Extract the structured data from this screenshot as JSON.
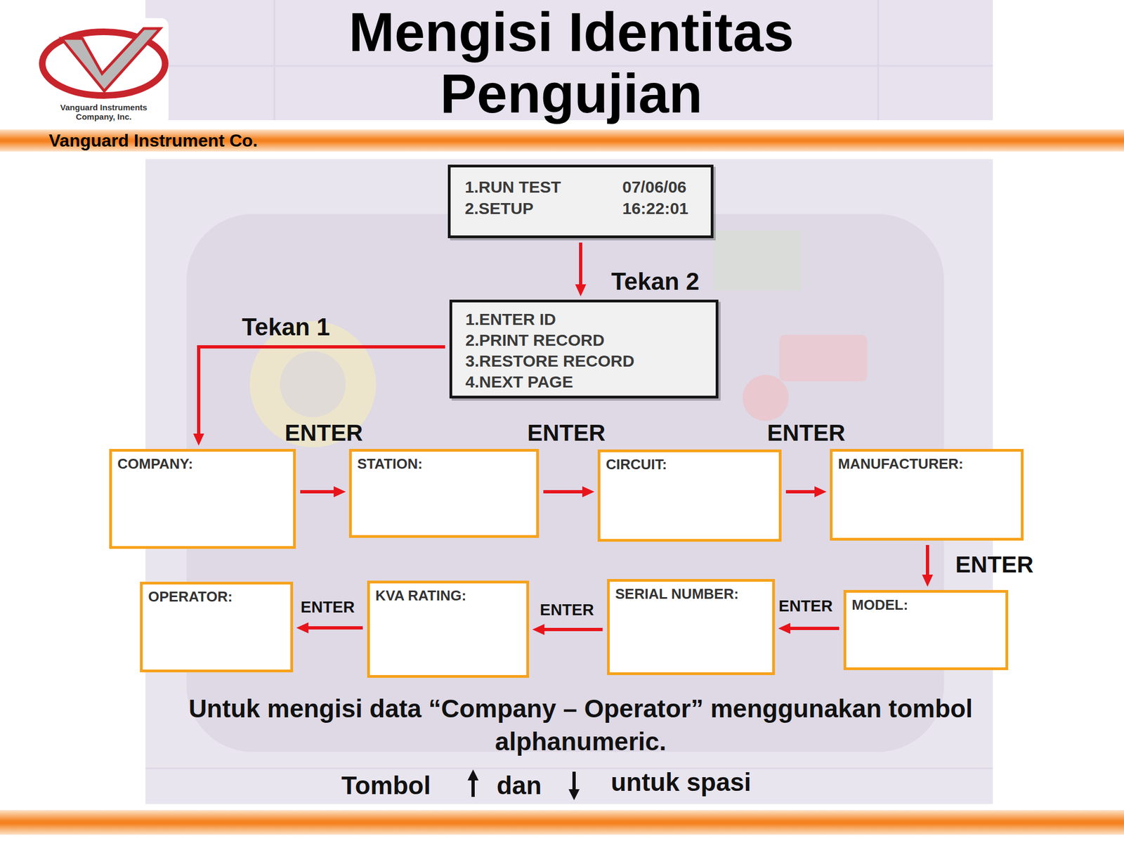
{
  "diagram": {
    "title": "Mengisi Identitas Pengujian",
    "caption": "Untuk mengisi data “Company – Operator” menggunakan tombol alphanumeric.",
    "nodes": [
      {
        "text": [
          "1.RUN TEST 2.SETUP",
          "07/06/06 16:22:01"
        ]
      },
      {
        "text": [
          "1.ENTER ID",
          "2.PRINT RECORD",
          "3.RESTORE RECORD",
          "4.NEXT PAGE"
        ]
      },
      {
        "text": [
          "COMPANY:"
        ]
      },
      {
        "text": [
          "STATION:"
        ]
      },
      {
        "text": [
          "CIRCUIT:"
        ]
      },
      {
        "text": [
          "MANUFACTURER:"
        ]
      },
      {
        "text": [
          "MODEL:"
        ]
      },
      {
        "text": [
          "SERIAL NUMBER:"
        ]
      },
      {
        "text": [
          "KVA RATING:"
        ]
      },
      {
        "text": [
          "OPERATOR:"
        ]
      }
    ],
    "edges": [
      {
        "from": 0,
        "to": 1,
        "arrow": "to",
        "label": "Tekan 2"
      },
      {
        "from": 1,
        "to": 2,
        "arrow": "to",
        "label": "Tekan 1"
      },
      {
        "from": 2,
        "to": 3,
        "arrow": "to",
        "label": "ENTER"
      },
      {
        "from": 3,
        "to": 4,
        "arrow": "to",
        "label": "ENTER"
      },
      {
        "from": 4,
        "to": 5,
        "arrow": "to",
        "label": "ENTER"
      },
      {
        "from": 5,
        "to": 6,
        "arrow": "to",
        "label": "ENTER"
      },
      {
        "from": 6,
        "to": 7,
        "arrow": "to",
        "label": "ENTER"
      },
      {
        "from": 7,
        "to": 8,
        "arrow": "to",
        "label": "ENTER"
      },
      {
        "from": 8,
        "to": 9,
        "arrow": "to",
        "label": "ENTER"
      }
    ],
    "labels": [
      "Vanguard Instruments Company, Inc.",
      "Vanguard Instrument Co.",
      "Tombol",
      "dan",
      "untuk spasi"
    ]
  }
}
